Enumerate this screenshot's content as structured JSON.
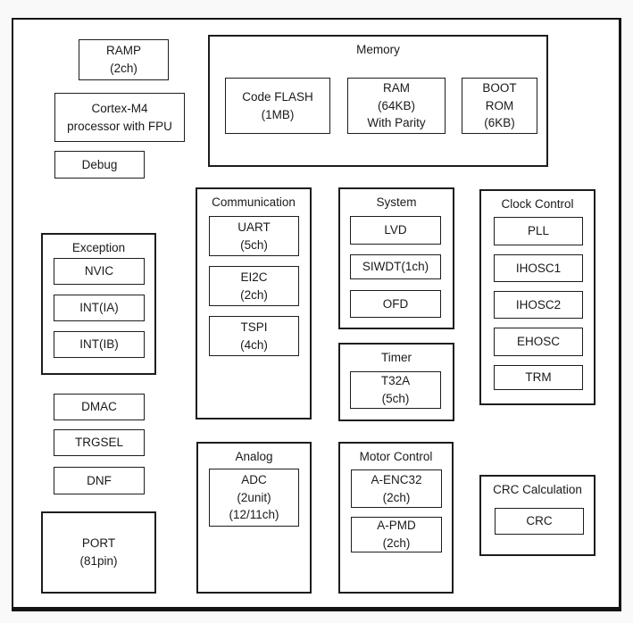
{
  "diagram": {
    "kind": "mcu-block-diagram",
    "colors": {
      "border": "#1d1d1d",
      "background": "#ffffff",
      "page_background": "#f9f9f9",
      "text": "#1a1a1a"
    },
    "blocks": {
      "ramp": "RAMP\n(2ch)",
      "cortex_m4": "Cortex-M4\nprocessor with FPU",
      "debug": "Debug",
      "dmac": "DMAC",
      "trgsel": "TRGSEL",
      "dnf": "DNF",
      "port": "PORT\n(81pin)"
    },
    "groups": {
      "memory": {
        "title": "Memory",
        "items": {
          "code_flash": "Code FLASH\n(1MB)",
          "ram": "RAM\n(64KB)\nWith Parity",
          "boot_rom": "BOOT\nROM\n(6KB)"
        }
      },
      "communication": {
        "title": "Communication",
        "items": {
          "uart": "UART\n(5ch)",
          "ei2c": "EI2C\n(2ch)",
          "tspi": "TSPI\n(4ch)"
        }
      },
      "system": {
        "title": "System",
        "items": {
          "lvd": "LVD",
          "siwdt": "SIWDT(1ch)",
          "ofd": "OFD"
        }
      },
      "timer": {
        "title": "Timer",
        "items": {
          "t32a": "T32A\n(5ch)"
        }
      },
      "exception": {
        "title": "Exception",
        "items": {
          "nvic": "NVIC",
          "int_ia": "INT(IA)",
          "int_ib": "INT(IB)"
        }
      },
      "clock_control": {
        "title": "Clock Control",
        "items": {
          "pll": "PLL",
          "ihosc1": "IHOSC1",
          "ihosc2": "IHOSC2",
          "ehosc": "EHOSC",
          "trm": "TRM"
        }
      },
      "analog": {
        "title": "Analog",
        "items": {
          "adc": "ADC\n(2unit)\n(12/11ch)"
        }
      },
      "motor_control": {
        "title": "Motor Control",
        "items": {
          "a_enc32": "A-ENC32\n(2ch)",
          "a_pmd": "A-PMD\n(2ch)"
        }
      },
      "crc_calculation": {
        "title": "CRC Calculation",
        "items": {
          "crc": "CRC"
        }
      }
    }
  }
}
